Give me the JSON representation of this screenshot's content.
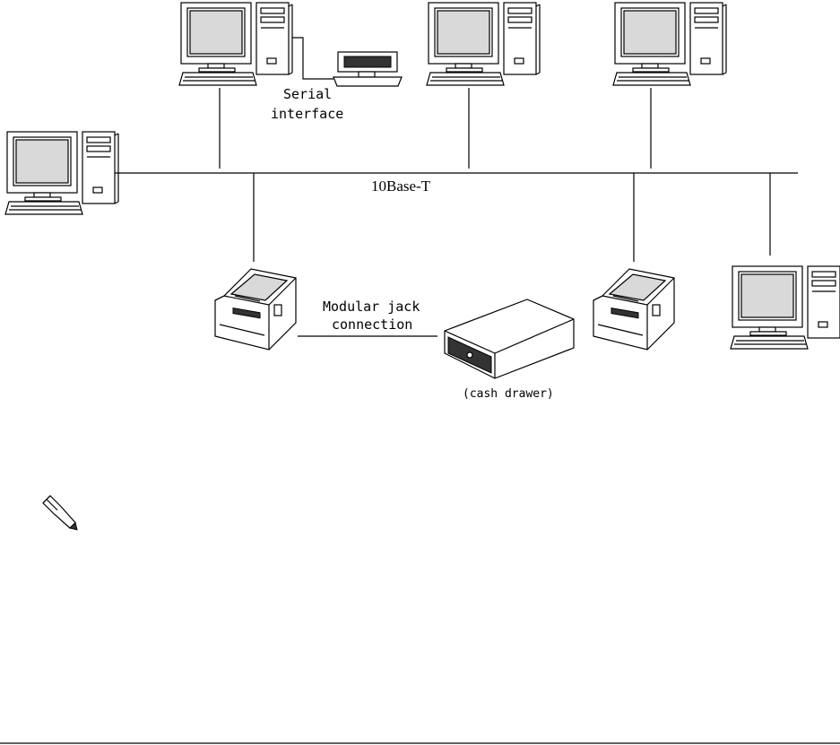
{
  "labels": {
    "serial_line1": "Serial",
    "serial_line2": "interface",
    "network": "10Base-T",
    "modular_line1": "Modular jack",
    "modular_line2": "connection",
    "cash_drawer": "(cash drawer)"
  },
  "icons": {
    "note": "pencil-note-icon",
    "computer": "desktop-computer-icon",
    "printer": "receipt-printer-icon",
    "display": "customer-display-icon",
    "drawer": "cash-drawer-icon"
  },
  "colors": {
    "line": "#000000",
    "background": "#ffffff"
  }
}
